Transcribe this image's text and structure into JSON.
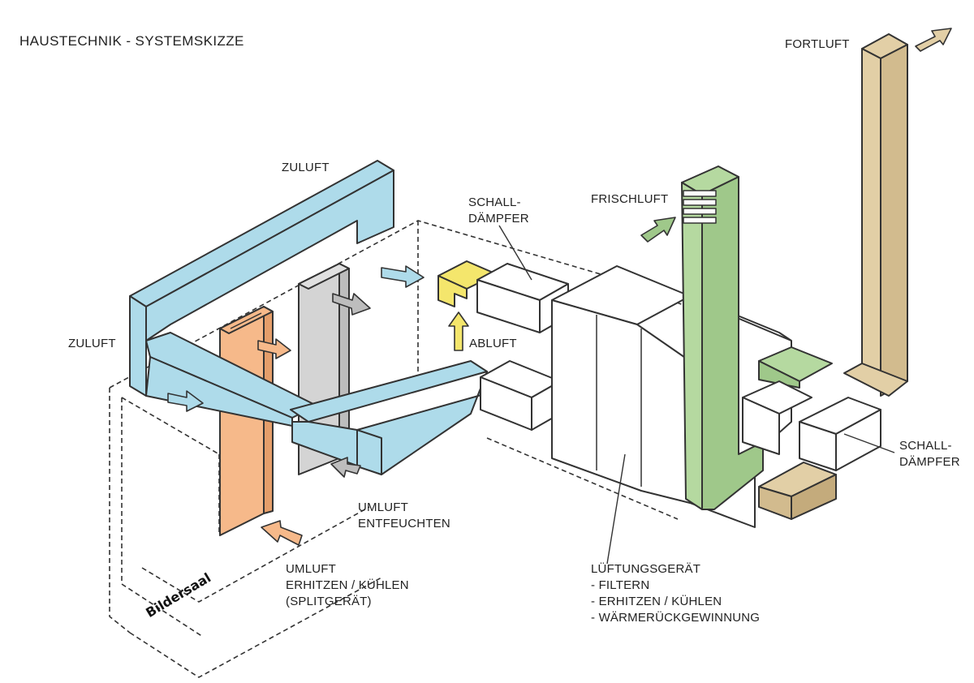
{
  "title": "HAUSTECHNIK - SYSTEMSKIZZE",
  "labels": {
    "zuluft_top": "ZULUFT",
    "zuluft_left": "ZULUFT",
    "schalldaempfer_top": [
      "SCHALL-",
      "DÄMPFER"
    ],
    "frischluft": "FRISCHLUFT",
    "fortluft": "FORTLUFT",
    "abluft": "ABLUFT",
    "schalldaempfer_right": [
      "SCHALL-",
      "DÄMPFER"
    ],
    "umluft_entfeuchten": [
      "UMLUFT",
      "ENTFEUCHTEN"
    ],
    "umluft_split": [
      "UMLUFT",
      "ERHITZEN / KÜHLEN",
      "(SPLITGERÄT)"
    ],
    "lueftungsgeraet": [
      "LÜFTUNGSGERÄT",
      "- FILTERN",
      "- ERHITZEN / KÜHLEN",
      "- WÄRMERÜCKGEWINNUNG"
    ],
    "room": "Bildersaal"
  },
  "colors": {
    "supply_duct": "#aedbea",
    "split_unit": "#f6b98a",
    "dehumidifier": "#d4d4d4",
    "exhaust_air": "#f4e66c",
    "fresh_air": "#b5d9a0",
    "exhaust_stack": "#e2cfa6",
    "equipment": "#ffffff",
    "outline": "#333333"
  }
}
